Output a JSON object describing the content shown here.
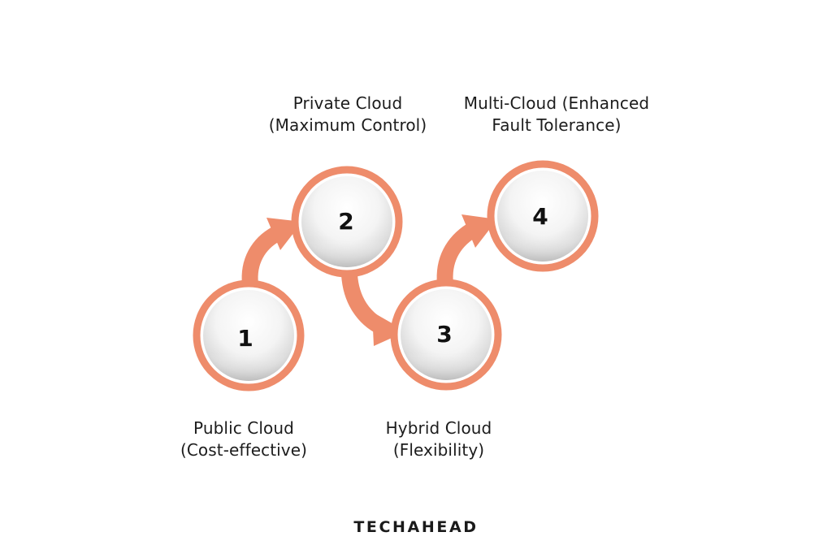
{
  "steps": [
    {
      "number": "1",
      "title": "Public Cloud",
      "subtitle": "(Cost-effective)"
    },
    {
      "number": "2",
      "title": "Private Cloud",
      "subtitle": "(Maximum Control)"
    },
    {
      "number": "3",
      "title": "Hybrid Cloud",
      "subtitle": "(Flexibility)"
    },
    {
      "number": "4",
      "title": "Multi-Cloud (Enhanced",
      "subtitle": "Fault Tolerance)"
    }
  ],
  "brand": "TECHAHEAD",
  "colors": {
    "accent": "#EE8C6B",
    "circle_fill_top": "#FFFFFF",
    "circle_fill_bottom": "#C9C9C9",
    "text": "#1C1C1C"
  }
}
